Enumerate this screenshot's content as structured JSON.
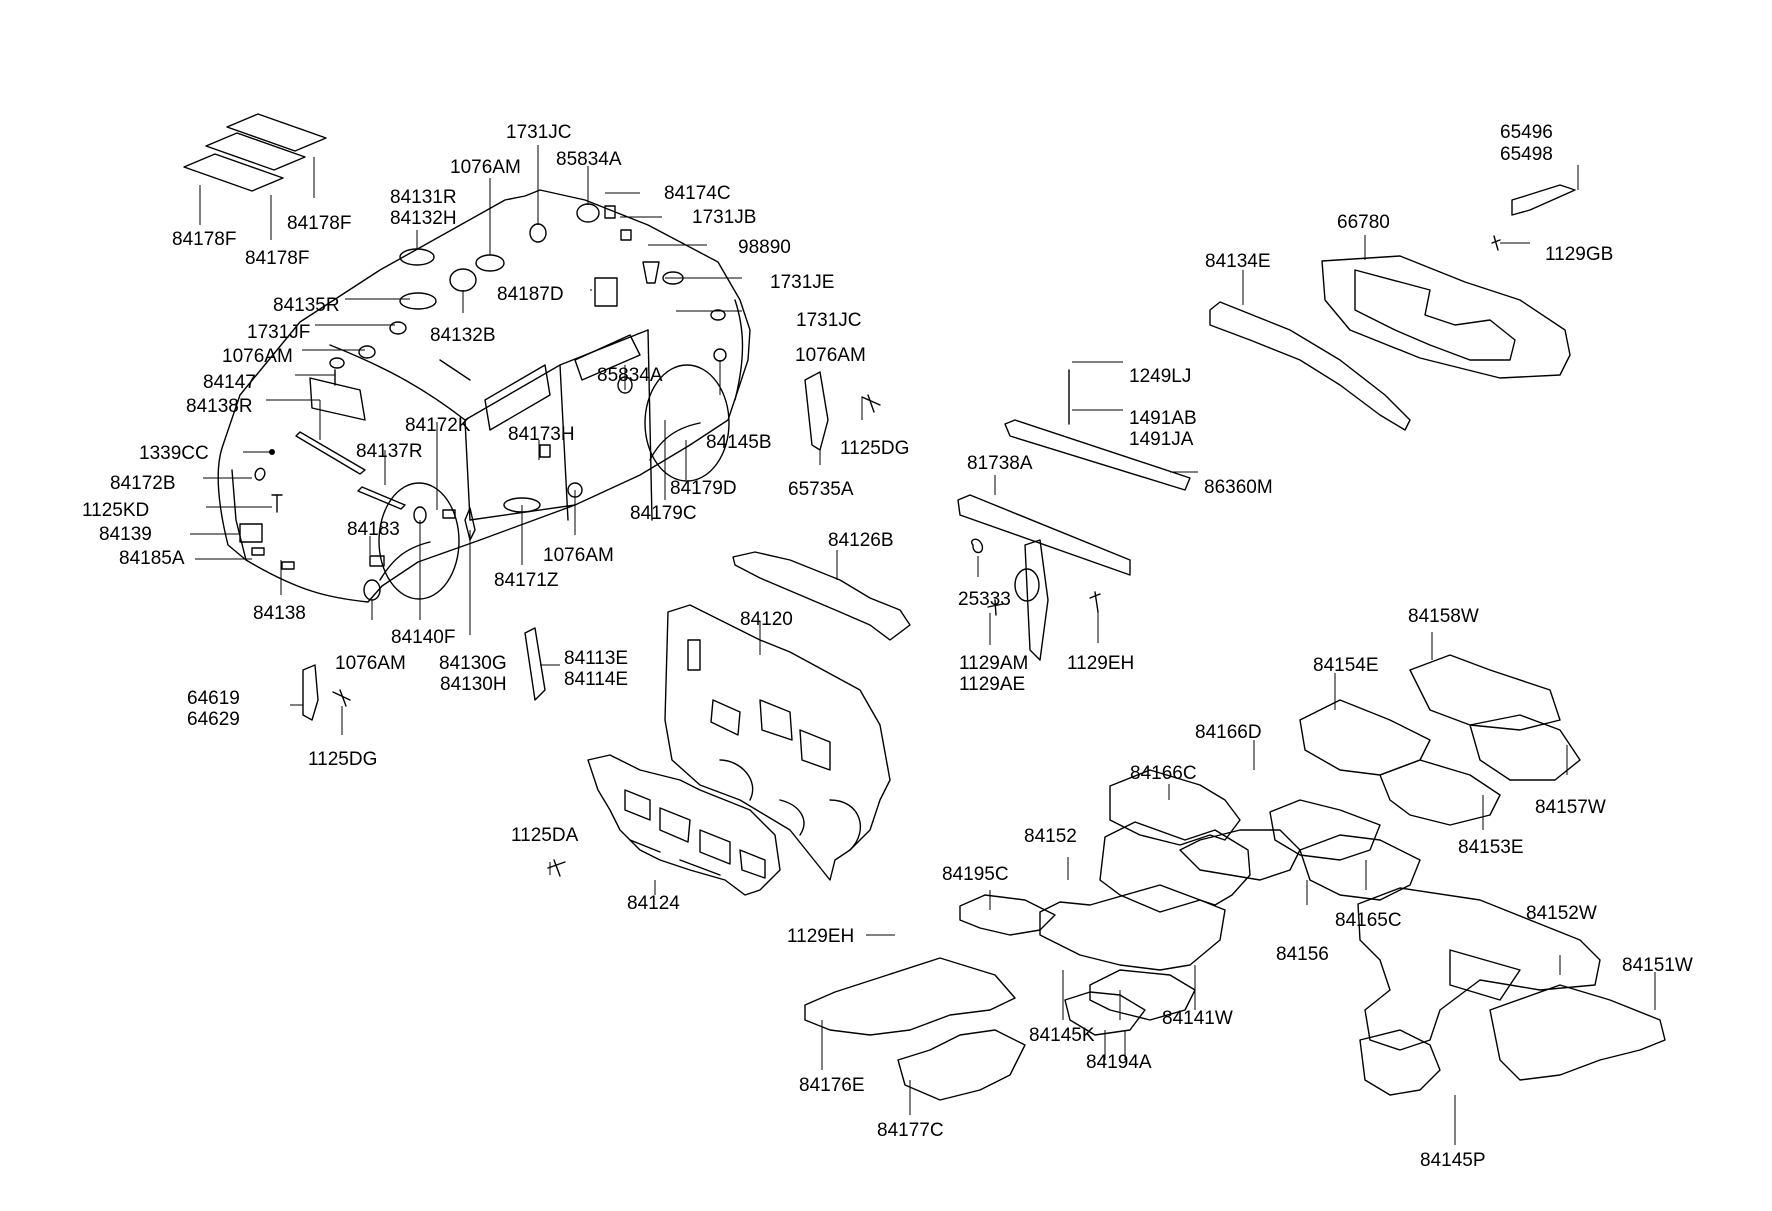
{
  "diagram": {
    "labels": [
      "84178F",
      "84178F",
      "84178F",
      "84131R",
      "84132H",
      "1076AM",
      "1731JC",
      "85834A",
      "84174C",
      "1731JB",
      "98890",
      "84135R",
      "84132B",
      "84187D",
      "1731JE",
      "1731JC",
      "1731JF",
      "1076AM",
      "1076AM",
      "84147",
      "85834A",
      "84138R",
      "84172K",
      "84173H",
      "84145B",
      "1125DG",
      "1339CC",
      "84137R",
      "84172B",
      "84179D",
      "84179C",
      "1125KD",
      "84139",
      "84183",
      "84185A",
      "84171Z",
      "1076AM",
      "84138",
      "84140F",
      "1076AM",
      "84130G",
      "84130H",
      "84113E",
      "84114E",
      "64619",
      "64629",
      "1125DG",
      "65735A",
      "65496",
      "65498",
      "66780",
      "1129GB",
      "84134E",
      "1249LJ",
      "1491AB",
      "1491JA",
      "81738A",
      "86360M",
      "84126B",
      "84120",
      "25333",
      "1129AM",
      "1129AE",
      "1129EH",
      "84158W",
      "84154E",
      "84166D",
      "84166C",
      "84157W",
      "84153E",
      "1125DA",
      "84152",
      "84195C",
      "84165C",
      "84156",
      "84124",
      "1129EH",
      "84152W",
      "84151W",
      "84145K",
      "84141W",
      "84194A",
      "84176E",
      "84177C",
      "84145P"
    ]
  }
}
